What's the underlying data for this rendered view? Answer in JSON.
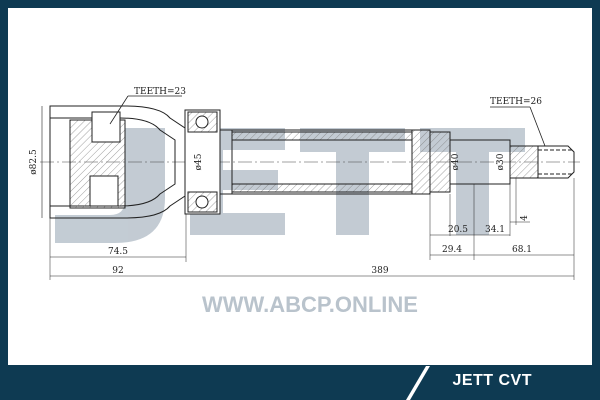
{
  "footer": {
    "label": "JETT CVT"
  },
  "watermark": {
    "logo_text": "JETT",
    "url_text": "WWW.ABCP.ONLINE"
  },
  "drawing": {
    "teeth_left": "TEETH=23",
    "teeth_right": "TEETH=26",
    "diameters": {
      "outer_housing": "ø82.5",
      "bearing": "ø45",
      "shaft_collar": "ø40",
      "spline": "ø30"
    },
    "dimensions": {
      "housing_length": "74.5",
      "joint_total": "92",
      "shaft_total": "389",
      "collar_width": "20.5",
      "groove_to_end": "34.1",
      "collar_offset": "29.4",
      "spline_total": "68.1",
      "groove": "4"
    }
  },
  "colors": {
    "frame": "#0e3a52",
    "watermark": "#b9c3cc",
    "line": "#222222"
  }
}
